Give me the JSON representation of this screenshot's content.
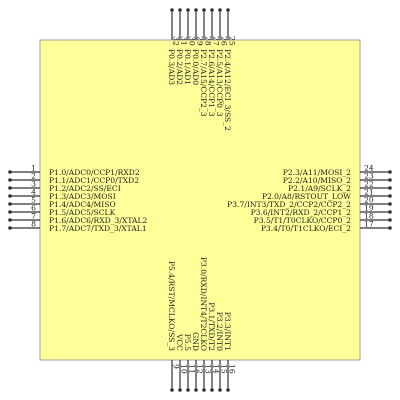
{
  "colors": {
    "body_fill": "#ffff99",
    "body_stroke": "#a0a0a0",
    "pin": "#333333"
  },
  "pins": {
    "left": [
      {
        "num": "1",
        "label": "P1.0/ADC0/CCP1/RXD2"
      },
      {
        "num": "2",
        "label": "P1.1/ADC1/CCP0/TXD2"
      },
      {
        "num": "3",
        "label": "P1.2/ADC2/SS/ECI"
      },
      {
        "num": "4",
        "label": "P1.3/ADC3/MOSI"
      },
      {
        "num": "5",
        "label": "P1.4/ADC4/MISO"
      },
      {
        "num": "6",
        "label": "P1.5/ADC5/SCLK"
      },
      {
        "num": "7",
        "label": "P1.6/ADC6/RXD_3/XTAL2"
      },
      {
        "num": "8",
        "label": "P1.7/ADC7/TXD_3/XTAL1"
      }
    ],
    "right": [
      {
        "num": "24",
        "label": "P2.3/A11/MOSI_2"
      },
      {
        "num": "23",
        "label": "P2.2/A10/MISO_2"
      },
      {
        "num": "22",
        "label": "P2.1/A9/SCLK_2"
      },
      {
        "num": "21",
        "label": "P2.0/A8/RSTOUT_LOW"
      },
      {
        "num": "20",
        "label": "P3.7/INT3/TXD_2/CCP2/CCP2_2"
      },
      {
        "num": "19",
        "label": "P3.6/INT2/RXD_2/CCP1_2"
      },
      {
        "num": "18",
        "label": "P3.5/T1/T0CLKO/CCP0_2"
      },
      {
        "num": "17",
        "label": "P3.4/T0/T1CLKO/ECI_2"
      }
    ],
    "top": [
      {
        "num": "32",
        "label": "P0.3/AD3"
      },
      {
        "num": "31",
        "label": "P0.2/AD2"
      },
      {
        "num": "30",
        "label": "P0.1/AD1"
      },
      {
        "num": "29",
        "label": "P0.0/AD0"
      },
      {
        "num": "28",
        "label": "P2.7/A15/CCP2_3"
      },
      {
        "num": "27",
        "label": "P2.6/A14/CCP1_3"
      },
      {
        "num": "26",
        "label": "P2.5/A13/CCP0_3"
      },
      {
        "num": "25",
        "label": "P2.4/A12/ECI_3/SS_2"
      }
    ],
    "bottom": [
      {
        "num": "9",
        "label": "P5.4/RST/MCLKO/SS_3"
      },
      {
        "num": "10",
        "label": "VCC"
      },
      {
        "num": "11",
        "label": "P5.5"
      },
      {
        "num": "12",
        "label": "GND"
      },
      {
        "num": "13",
        "label": "P3.0/RXD/INT4/T2CLKO"
      },
      {
        "num": "14",
        "label": "P3.1/TXD/T2"
      },
      {
        "num": "15",
        "label": "P3.2/INT0"
      },
      {
        "num": "16",
        "label": "P3.3/INT1"
      }
    ]
  }
}
